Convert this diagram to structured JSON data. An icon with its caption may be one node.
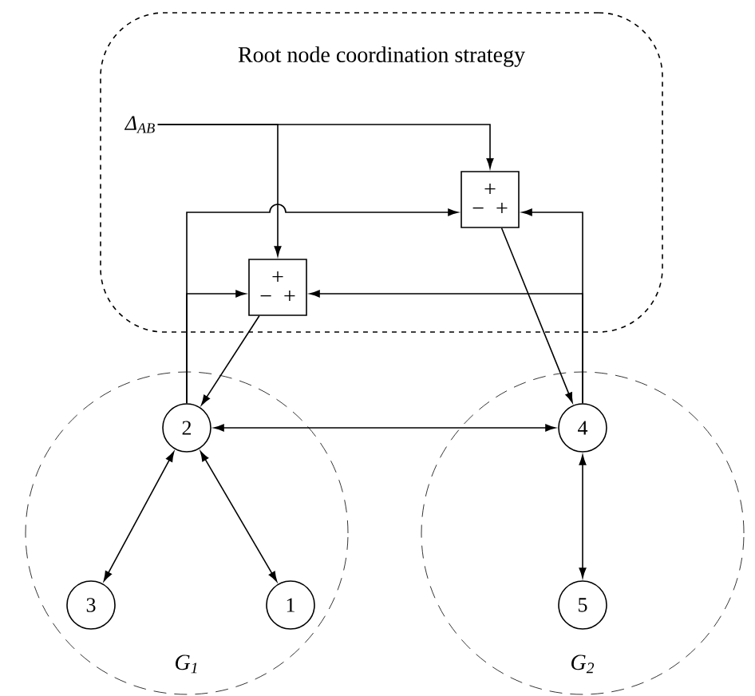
{
  "diagram": {
    "nodes": [
      {
        "text": [
          "Root node coordination strategy"
        ]
      },
      {
        "text": [
          "Δ$_{AB}$"
        ],
        "in": 0
      },
      {
        "text": [
          "+",
          "−",
          "+"
        ],
        "in": 0
      },
      {
        "text": [
          "+",
          "−",
          "+"
        ],
        "in": 0
      },
      {
        "text": [
          "G$_{1}$"
        ]
      },
      {
        "text": [
          "2"
        ],
        "in": 4
      },
      {
        "text": [
          "3"
        ],
        "in": 4
      },
      {
        "text": [
          "1"
        ],
        "in": 4
      },
      {
        "text": [
          "G$_{2}$"
        ]
      },
      {
        "text": [
          "4"
        ],
        "in": 8
      },
      {
        "text": [
          "5"
        ],
        "in": 8
      }
    ],
    "edges": [
      {
        "from": 1,
        "to": 2,
        "arrow": "to"
      },
      {
        "from": 1,
        "to": 3,
        "arrow": "to"
      },
      {
        "from": 5,
        "to": 2,
        "arrow": "to"
      },
      {
        "from": 5,
        "to": 3,
        "arrow": "to"
      },
      {
        "from": 9,
        "to": 2,
        "arrow": "to"
      },
      {
        "from": 9,
        "to": 3,
        "arrow": "to"
      },
      {
        "from": 3,
        "to": 5,
        "arrow": "to"
      },
      {
        "from": 2,
        "to": 9,
        "arrow": "to"
      },
      {
        "from": 5,
        "to": 9,
        "arrow": "both"
      },
      {
        "from": 5,
        "to": 6,
        "arrow": "both"
      },
      {
        "from": 5,
        "to": 7,
        "arrow": "both"
      },
      {
        "from": 9,
        "to": 10,
        "arrow": "both"
      }
    ]
  }
}
